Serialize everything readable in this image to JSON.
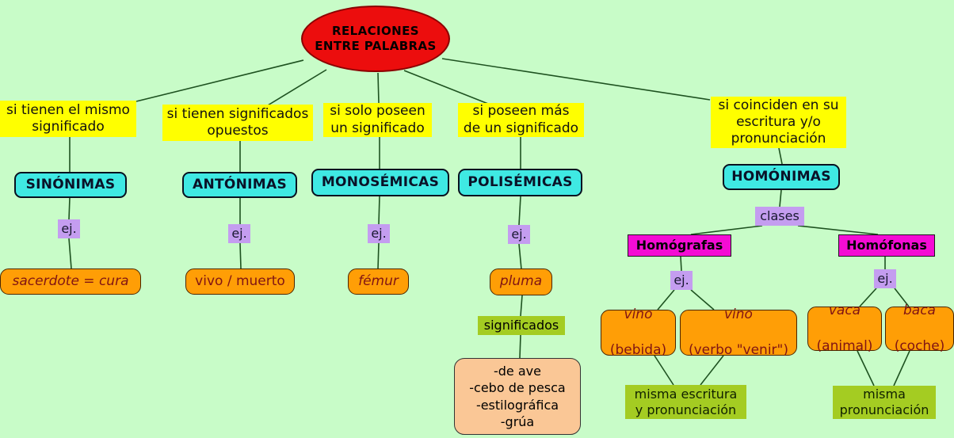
{
  "colors": {
    "background": "#c8fcc8",
    "ellipse_fill": "#ec0d0d",
    "ellipse_border": "#8b0000",
    "condition_bg": "#ffff00",
    "category_bg": "#3fe9e3",
    "example_label_bg": "#c49df0",
    "example_bg": "#ff9e06",
    "example_border": "#4a2500",
    "example_text": "#801414",
    "class_bg": "#f40cd4",
    "meaning_label_bg": "#a4cc22",
    "meanings_box_bg": "#fac796",
    "line": "#1e5220"
  },
  "map": {
    "title": "RELACIONES\nENTRE PALABRAS",
    "branches": [
      {
        "condition": "si tienen el mismo\nsignificado",
        "category": "SINÓNIMAS",
        "example_label": "ej.",
        "example": "sacerdote = cura"
      },
      {
        "condition": "si tienen significados\nopuestos",
        "category": "ANTÓNIMAS",
        "example_label": "ej.",
        "example": "vivo / muerto"
      },
      {
        "condition": "si solo poseen\nun significado",
        "category": "MONOSÉMICAS",
        "example_label": "ej.",
        "example": "fémur"
      },
      {
        "condition": "si poseen más\nde un significado",
        "category": "POLISÉMICAS",
        "example_label": "ej.",
        "example": "pluma",
        "meanings_label": "significados",
        "meanings": "-de ave\n-cebo de pesca\n-estilográfica\n-grúa"
      },
      {
        "condition": "si coinciden en su\nescritura y/o\npronunciación",
        "category": "HOMÓNIMAS",
        "classes_label": "clases",
        "classes": [
          {
            "name": "Homógrafas",
            "example_label": "ej.",
            "examples": [
              {
                "word": "vino",
                "gloss": "(bebida)"
              },
              {
                "word": "vino",
                "gloss": "(verbo \"venir\")"
              }
            ],
            "note": "misma escritura\ny pronunciación"
          },
          {
            "name": "Homófonas",
            "example_label": "ej.",
            "examples": [
              {
                "word": "vaca",
                "gloss": "(animal)"
              },
              {
                "word": "baca",
                "gloss": "(coche)"
              }
            ],
            "note": "misma\npronunciación"
          }
        ]
      }
    ]
  }
}
